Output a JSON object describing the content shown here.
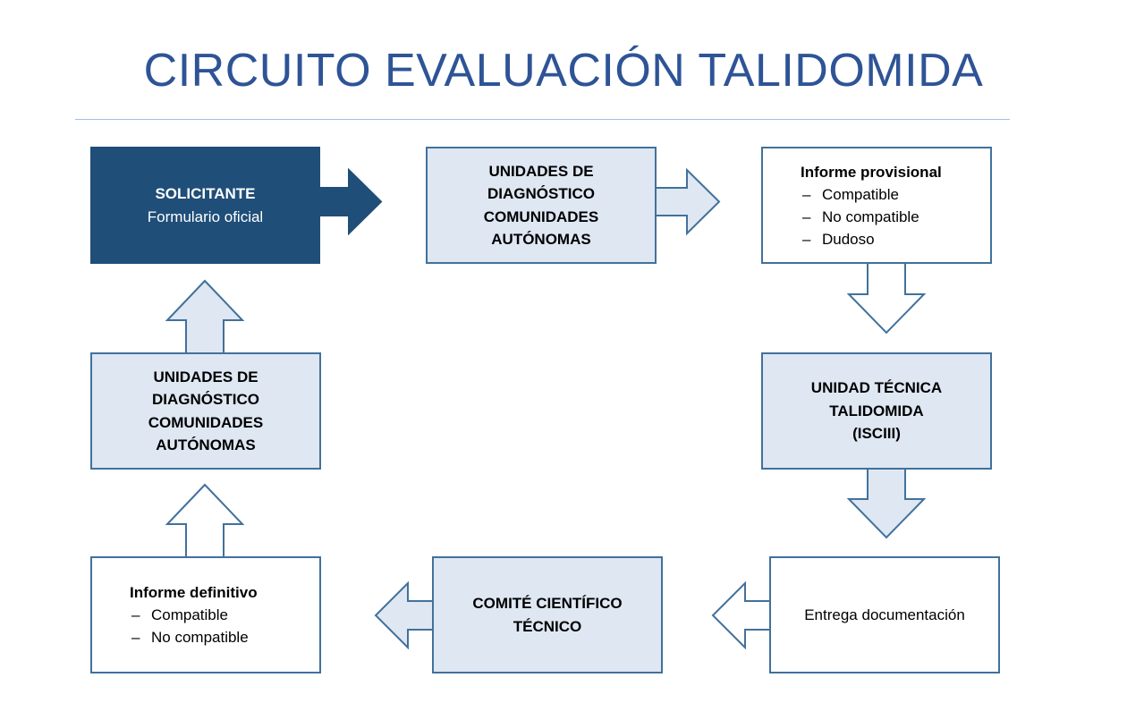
{
  "page": {
    "title": "CIRCUITO EVALUACIÓN TALIDOMIDA",
    "title_color": "#2E5496",
    "rule_color": "#9DC3E6",
    "background": "#FFFFFF"
  },
  "palette": {
    "dark_fill": "#1F4E79",
    "light_fill": "#DEE7F2",
    "white_fill": "#FFFFFF",
    "stroke": "#41719C",
    "text_dark": "#000000",
    "text_light": "#FFFFFF"
  },
  "diagram": {
    "type": "flowchart",
    "nodes": [
      {
        "id": "solicitante",
        "name": "solicitante-node",
        "style": "dark",
        "lines": [
          {
            "text": "SOLICITANTE",
            "bold": true
          },
          {
            "text": "Formulario oficial",
            "bold": false
          }
        ]
      },
      {
        "id": "unidades-top",
        "name": "unidades-diagnostico-top-node",
        "style": "light",
        "lines": [
          {
            "text": "UNIDADES DE",
            "bold": true
          },
          {
            "text": "DIAGNÓSTICO",
            "bold": true
          },
          {
            "text": "COMUNIDADES",
            "bold": true
          },
          {
            "text": "AUTÓNOMAS",
            "bold": true
          }
        ]
      },
      {
        "id": "informe-provisional",
        "name": "informe-provisional-node",
        "style": "white",
        "heading": "Informe provisional",
        "items": [
          "Compatible",
          "No compatible",
          "Dudoso"
        ],
        "dash": "–"
      },
      {
        "id": "unidad-tecnica",
        "name": "unidad-tecnica-talidomida-node",
        "style": "light",
        "lines": [
          {
            "text": "UNIDAD TÉCNICA",
            "bold": true
          },
          {
            "text": "TALIDOMIDA",
            "bold": true
          },
          {
            "text": "(ISCIII)",
            "bold": true
          }
        ]
      },
      {
        "id": "entrega",
        "name": "entrega-documentacion-node",
        "style": "white",
        "lines": [
          {
            "text": "Entrega documentación",
            "bold": false
          }
        ]
      },
      {
        "id": "comite",
        "name": "comite-cientifico-tecnico-node",
        "style": "light",
        "lines": [
          {
            "text": "COMITÉ CIENTÍFICO",
            "bold": true
          },
          {
            "text": "TÉCNICO",
            "bold": true
          }
        ]
      },
      {
        "id": "informe-definitivo",
        "name": "informe-definitivo-node",
        "style": "white",
        "heading": "Informe definitivo",
        "items": [
          "Compatible",
          "No compatible"
        ],
        "dash": "–"
      },
      {
        "id": "unidades-mid",
        "name": "unidades-diagnostico-mid-node",
        "style": "light",
        "lines": [
          {
            "text": "UNIDADES DE",
            "bold": true
          },
          {
            "text": "DIAGNÓSTICO",
            "bold": true
          },
          {
            "text": "COMUNIDADES",
            "bold": true
          },
          {
            "text": "AUTÓNOMAS",
            "bold": true
          }
        ]
      }
    ],
    "arrows": [
      {
        "id": "a1",
        "name": "arrow-right-solicitante-to-unidades",
        "direction": "right",
        "fill": "#1F4E79",
        "stroke": "#1F4E79"
      },
      {
        "id": "a2",
        "name": "arrow-right-unidades-to-informe-provisional",
        "direction": "right",
        "fill": "#DEE7F2",
        "stroke": "#41719C"
      },
      {
        "id": "a3",
        "name": "arrow-down-informe-provisional-to-unidad-tecnica",
        "direction": "down",
        "fill": "#FFFFFF",
        "stroke": "#41719C"
      },
      {
        "id": "a4",
        "name": "arrow-down-unidad-tecnica-to-entrega",
        "direction": "down",
        "fill": "#DEE7F2",
        "stroke": "#41719C"
      },
      {
        "id": "a5",
        "name": "arrow-left-entrega-to-comite",
        "direction": "left",
        "fill": "#FFFFFF",
        "stroke": "#41719C"
      },
      {
        "id": "a6",
        "name": "arrow-left-comite-to-informe-definitivo",
        "direction": "left",
        "fill": "#DEE7F2",
        "stroke": "#41719C"
      },
      {
        "id": "a7",
        "name": "arrow-up-informe-definitivo-to-unidades-mid",
        "direction": "up",
        "fill": "#FFFFFF",
        "stroke": "#41719C"
      },
      {
        "id": "a8",
        "name": "arrow-up-unidades-mid-to-solicitante",
        "direction": "up",
        "fill": "#DEE7F2",
        "stroke": "#41719C"
      }
    ]
  }
}
